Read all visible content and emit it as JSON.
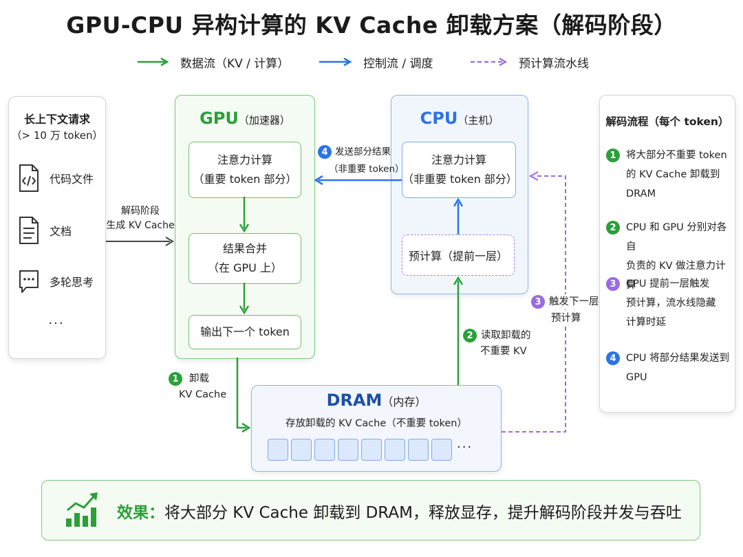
{
  "title": "GPU-CPU 异构计算的 KV Cache 卸载方案（解码阶段）",
  "legend": {
    "data_flow": "数据流（KV / 计算）",
    "control_flow": "控制流 / 调度",
    "pipeline": "预计算流水线"
  },
  "request_panel": {
    "title": "长上下文请求",
    "subtitle": "（> 10 万 token）",
    "items": [
      "代码文件",
      "文档",
      "多轮思考"
    ],
    "more": "···"
  },
  "decode_label": {
    "line1": "解码阶段",
    "line2": "生成 KV Cache"
  },
  "gpu": {
    "title": "GPU",
    "subtitle": "（加速器）",
    "attn_line1": "注意力计算",
    "attn_line2": "（重要 token 部分）",
    "merge_line1": "结果合并",
    "merge_line2": "（在 GPU 上）",
    "output": "输出下一个 token"
  },
  "cpu": {
    "title": "CPU",
    "subtitle": "（主机）",
    "attn_line1": "注意力计算",
    "attn_line2": "（非重要 token 部分）",
    "precompute": "预计算（提前一层）"
  },
  "dram": {
    "title": "DRAM",
    "subtitle": "（内存）",
    "desc": "存放卸载的 KV Cache（不重要 token）",
    "more": "···"
  },
  "annotations": {
    "a1_num": "1",
    "a1_line1": "卸载",
    "a1_line2": "KV Cache",
    "a2_num": "2",
    "a2_line1": "读取卸载的",
    "a2_line2": "不重要 KV",
    "a3_num": "3",
    "a3_line1": "触发下一层",
    "a3_line2": "预计算",
    "a4_num": "4",
    "a4_line1": "发送部分结果",
    "a4_line2": "（非重要 token）"
  },
  "flow_panel": {
    "title": "解码流程（每个 token）",
    "steps": [
      {
        "num": "1",
        "text": "将大部分不重要 token\n的 KV Cache 卸载到\nDRAM"
      },
      {
        "num": "2",
        "text": "CPU 和 GPU 分别对各自\n负责的 KV 做注意力计算"
      },
      {
        "num": "3",
        "text": "CPU 提前一层触发\n预计算，流水线隐藏\n计算时延"
      },
      {
        "num": "4",
        "text": "CPU 将部分结果发送到\nGPU"
      }
    ]
  },
  "effect": {
    "label": "效果：",
    "text": "将大部分 KV Cache 卸载到 DRAM，释放显存，提升解码阶段并发与吞吐"
  },
  "colors": {
    "data_green": "#2aa039",
    "control_blue": "#2a73e8",
    "pipeline_purple": "#9a6be0",
    "gpu_border": "#7cc77a",
    "cpu_border": "#8db4ea"
  }
}
